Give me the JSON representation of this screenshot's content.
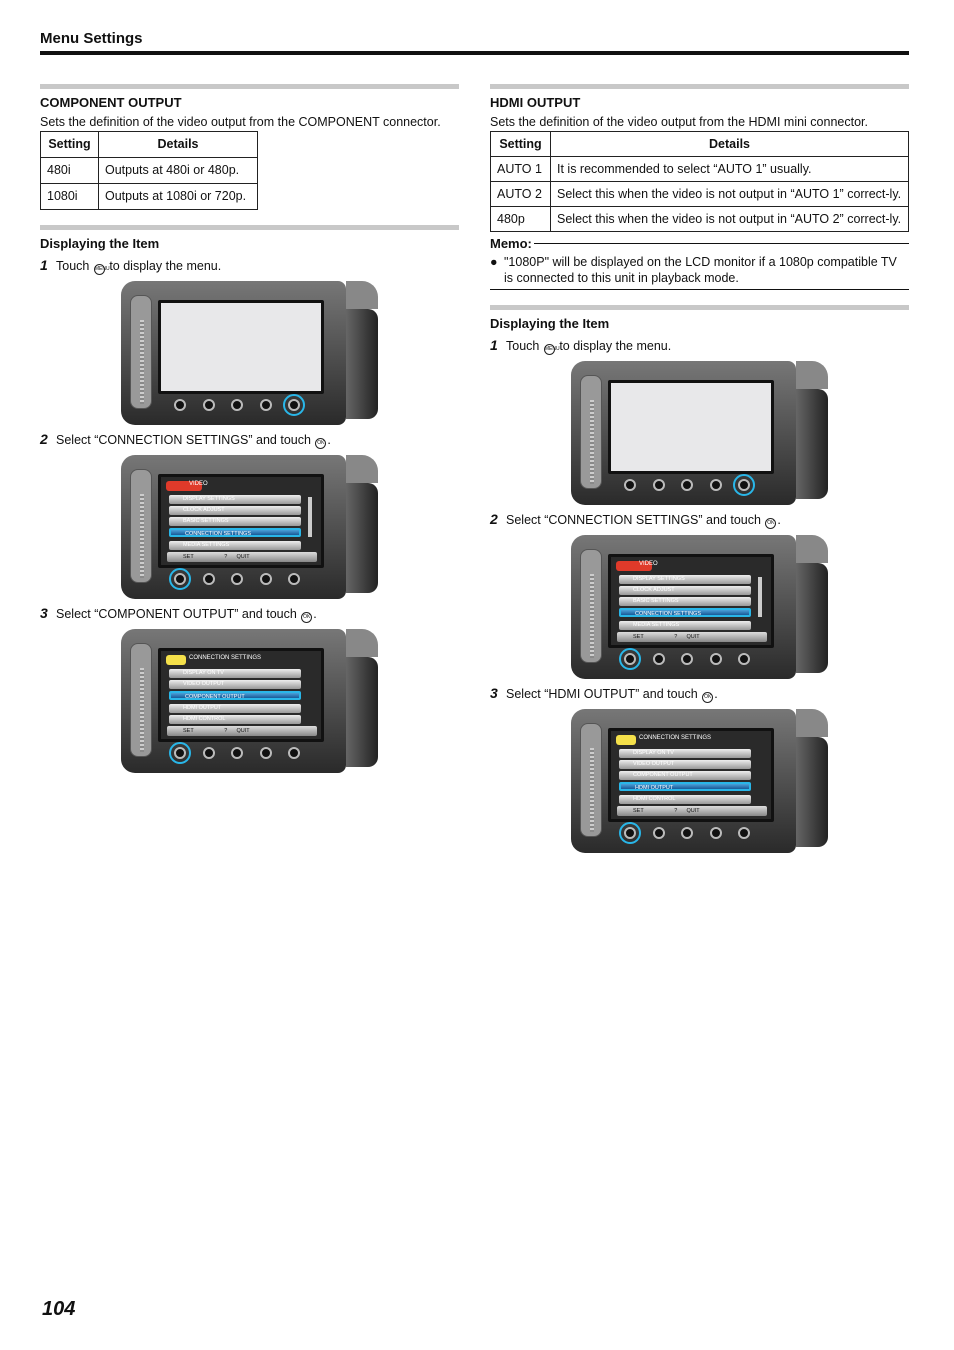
{
  "header": {
    "title": "Menu Settings"
  },
  "left": {
    "section_title": "COMPONENT OUTPUT",
    "description": "Sets the definition of the video output from the COMPONENT connector.",
    "table": {
      "headers": [
        "Setting",
        "Details"
      ],
      "rows": [
        [
          "480i",
          "Outputs at 480i or 480p."
        ],
        [
          "1080i",
          "Outputs at 1080i or 720p."
        ]
      ]
    },
    "display_title": "Displaying the Item",
    "steps": [
      {
        "num": "1",
        "text_a": "Touch",
        "icon": "MENU",
        "text_b": "to display the menu."
      },
      {
        "num": "2",
        "text_a": "Select “CONNECTION SETTINGS” and touch",
        "icon": "OK",
        "text_b": "."
      },
      {
        "num": "3",
        "text_a": "Select “COMPONENT OUTPUT” and touch",
        "icon": "OK",
        "text_b": "."
      }
    ]
  },
  "right": {
    "section_title": "HDMI OUTPUT",
    "description": "Sets the definition of the video output from the HDMI mini connector.",
    "table": {
      "headers": [
        "Setting",
        "Details"
      ],
      "rows": [
        [
          "AUTO 1",
          "It is recommended to select “AUTO 1” usually."
        ],
        [
          "AUTO 2",
          "Select this when the video is not output in “AUTO 1” correct-ly."
        ],
        [
          "480p",
          "Select this when the video is not output in “AUTO 2” correct-ly."
        ]
      ]
    },
    "memo_label": "Memo:",
    "memo_items": [
      "\"1080P\" will be displayed on the LCD monitor if a 1080p compatible TV is connected to this unit in playback mode."
    ],
    "display_title": "Displaying the Item",
    "steps": [
      {
        "num": "1",
        "text_a": "Touch",
        "icon": "MENU",
        "text_b": "to display the menu."
      },
      {
        "num": "2",
        "text_a": "Select “CONNECTION SETTINGS” and touch",
        "icon": "OK",
        "text_b": "."
      },
      {
        "num": "3",
        "text_a": "Select “HDMI OUTPUT” and touch",
        "icon": "OK",
        "text_b": "."
      }
    ]
  },
  "menus": {
    "video_header": "VIDEO",
    "video_items": [
      "DISPLAY SETTINGS",
      "CLOCK ADJUST",
      "BASIC SETTINGS",
      "CONNECTION SETTINGS",
      "MEDIA SETTINGS"
    ],
    "cs_header": "CONNECTION SETTINGS",
    "cs_items": [
      "DISPLAY ON TV",
      "VIDEO OUTPUT",
      "COMPONENT OUTPUT",
      "HDMI OUTPUT",
      "HDMI CONTROL"
    ],
    "footer": {
      "set": "SET",
      "help": "?",
      "quit": "QUIT"
    }
  },
  "footer": {
    "page_number": "104"
  }
}
